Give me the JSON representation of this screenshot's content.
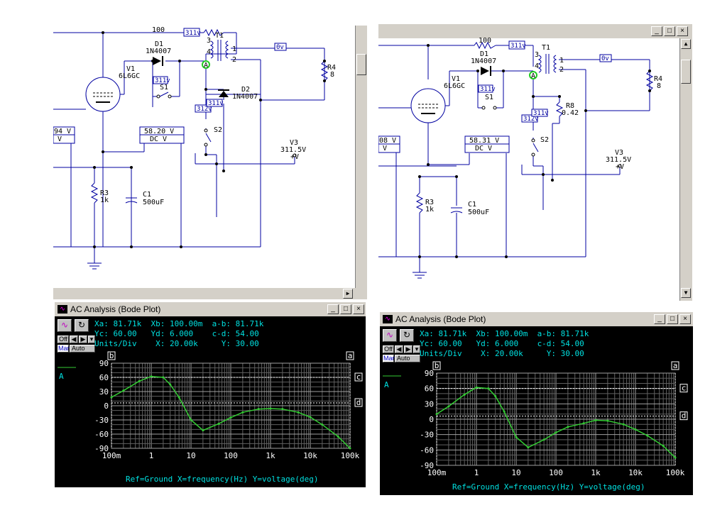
{
  "schematic_left": {
    "labels": {
      "r_top": "100",
      "v_top": "311v",
      "t1": "T1",
      "d1_name": "D1",
      "d1_part": "1N4007",
      "v_s1": "311v",
      "v1_name": "V1",
      "v1_part": "6L6GC",
      "s1": "S1",
      "v_out": "0v",
      "r4_name": "R4",
      "r4_val": "8",
      "d2_name": "D2",
      "d2_part": "1N4007",
      "v_312": "312v",
      "v_311b": "311v",
      "s2": "S2",
      "meter_left": "94 V",
      "meter_left_sub": "V",
      "meter_value": "58.20 V",
      "meter_mode": "DC V",
      "v3_name": "V3",
      "v3_val": "311.5V",
      "v3_sym": "+V",
      "r3_name": "R3",
      "r3_val": "1k",
      "c1_name": "C1",
      "c1_val": "500uF",
      "node_a": "A",
      "pin1": "1",
      "pin2": "2",
      "pin3": "3",
      "pin4": "4"
    }
  },
  "schematic_right": {
    "labels": {
      "r_top": "100",
      "v_top": "311v",
      "t1": "T1",
      "d1_name": "D1",
      "d1_part": "1N4007",
      "v_s1": "311v",
      "v1_name": "V1",
      "v1_part": "6L6GC",
      "s1": "S1",
      "v_out": "0v",
      "r4_name": "R4",
      "r4_val": "8",
      "r8_name": "R8",
      "r8_val": "0.42",
      "v_312": "312v",
      "v_311b": "311v",
      "s2": "S2",
      "meter_left": "08 V",
      "meter_left_sub": "V",
      "meter_value": "58.31 V",
      "meter_mode": "DC V",
      "v3_name": "V3",
      "v3_val": "311.5V",
      "v3_sym": "+V",
      "r3_name": "R3",
      "r3_val": "1k",
      "c1_name": "C1",
      "c1_val": "500uF",
      "node_a": "A",
      "pin1": "1",
      "pin2": "2",
      "pin3": "3",
      "pin4": "4"
    }
  },
  "bode_left": {
    "title": "AC Analysis (Bode Plot)",
    "readout_line1": "Xa: 81.71k  Xb: 100.00m  a-b: 81.71k",
    "readout_line2": "Yc: 60.00   Yd: 6.000    c-d: 54.00",
    "readout_line3": "Units/Div    X: 20.00k     Y: 30.00",
    "btn_off": "Off",
    "btn_man": "Man",
    "btn_auto": "Auto",
    "legend": "A",
    "footer": "Ref=Ground  X=frequency(Hz) Y=voltage(deg)"
  },
  "bode_right": {
    "title": "AC Analysis (Bode Plot)",
    "readout_line1": "Xa: 81.71k  Xb: 100.00m  a-b: 81.71k",
    "readout_line2": "Yc: 60.00   Yd: 6.000    c-d: 54.00",
    "readout_line3": "Units/Div    X: 20.00k     Y: 30.00",
    "btn_off": "Off",
    "btn_man": "Man",
    "btn_auto": "Auto",
    "legend": "A",
    "footer": "Ref=Ground  X=frequency(Hz) Y=voltage(deg)"
  },
  "chart_data": [
    {
      "type": "line",
      "title": "",
      "xlabel": "X=frequency(Hz)",
      "ylabel": "Y=voltage(deg)",
      "x_scale": "log",
      "xlim": [
        0.1,
        100000
      ],
      "ylim": [
        -90,
        90
      ],
      "x_ticks": [
        "100m",
        "1",
        "10",
        "100",
        "1k",
        "10k",
        "100k"
      ],
      "y_ticks": [
        "90",
        "60",
        "30",
        "0",
        "-30",
        "-60",
        "-90"
      ],
      "cursors": [
        "a",
        "b",
        "c",
        "d"
      ],
      "series": [
        {
          "name": "A",
          "color": "#33cc33",
          "x": [
            0.1,
            0.2,
            0.5,
            1,
            2,
            3,
            5,
            10,
            20,
            50,
            100,
            200,
            500,
            1000,
            2000,
            5000,
            10000,
            20000,
            50000,
            100000
          ],
          "y": [
            18,
            32,
            52,
            62,
            60,
            45,
            18,
            -30,
            -52,
            -38,
            -25,
            -14,
            -7,
            -6,
            -7,
            -14,
            -24,
            -40,
            -65,
            -90
          ]
        }
      ]
    },
    {
      "type": "line",
      "title": "",
      "xlabel": "X=frequency(Hz)",
      "ylabel": "Y=voltage(deg)",
      "x_scale": "log",
      "xlim": [
        0.1,
        100000
      ],
      "ylim": [
        -90,
        90
      ],
      "x_ticks": [
        "100m",
        "1",
        "10",
        "100",
        "1k",
        "10k",
        "100k"
      ],
      "y_ticks": [
        "90",
        "60",
        "30",
        "0",
        "-30",
        "-60",
        "-90"
      ],
      "cursors": [
        "a",
        "b",
        "c",
        "d"
      ],
      "series": [
        {
          "name": "A",
          "color": "#33cc33",
          "x": [
            0.1,
            0.2,
            0.5,
            1,
            2,
            3,
            5,
            10,
            20,
            50,
            100,
            200,
            500,
            1000,
            2000,
            5000,
            10000,
            20000,
            50000,
            100000
          ],
          "y": [
            10,
            25,
            48,
            62,
            60,
            45,
            15,
            -35,
            -55,
            -40,
            -26,
            -15,
            -8,
            -2,
            -3,
            -10,
            -20,
            -32,
            -52,
            -75
          ]
        }
      ]
    }
  ]
}
